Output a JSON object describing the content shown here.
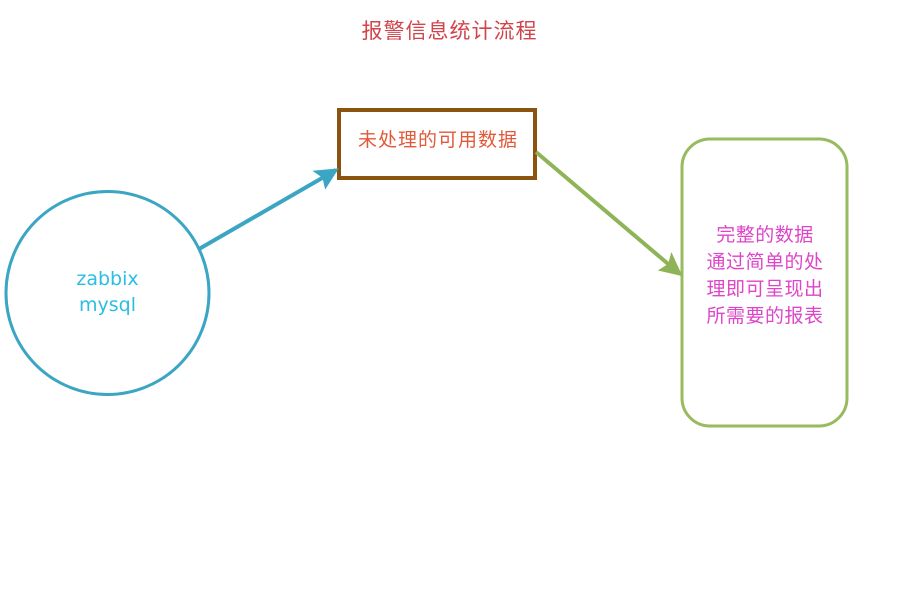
{
  "diagram": {
    "title": "报警信息统计流程",
    "title_color": "#d1444c",
    "background_color": "#ffffff",
    "nodes": [
      {
        "id": "source",
        "shape": "circle",
        "label": "zabbix\nmysql",
        "text_color": "#2cbde2",
        "border_color": "#3ba5c4",
        "fill_color": "#ffffff"
      },
      {
        "id": "process",
        "shape": "rectangle",
        "label": "未处理的可用数据",
        "text_color": "#e2593a",
        "border_color": "#8a5410",
        "fill_color": "#ffffff"
      },
      {
        "id": "output",
        "shape": "rounded-rectangle",
        "label": "完整的数据\n通过简单的处\n理即可呈现出\n所需要的报表",
        "text_color": "#de45c8",
        "border_color": "#97bb5e",
        "fill_color": "#ffffff"
      }
    ],
    "edges": [
      {
        "id": "source-to-process",
        "from": "source",
        "to": "process",
        "label": "",
        "color": "#3ba5c4"
      },
      {
        "id": "process-to-output",
        "from": "process",
        "to": "output",
        "label": "",
        "color": "#8fb457"
      }
    ]
  }
}
